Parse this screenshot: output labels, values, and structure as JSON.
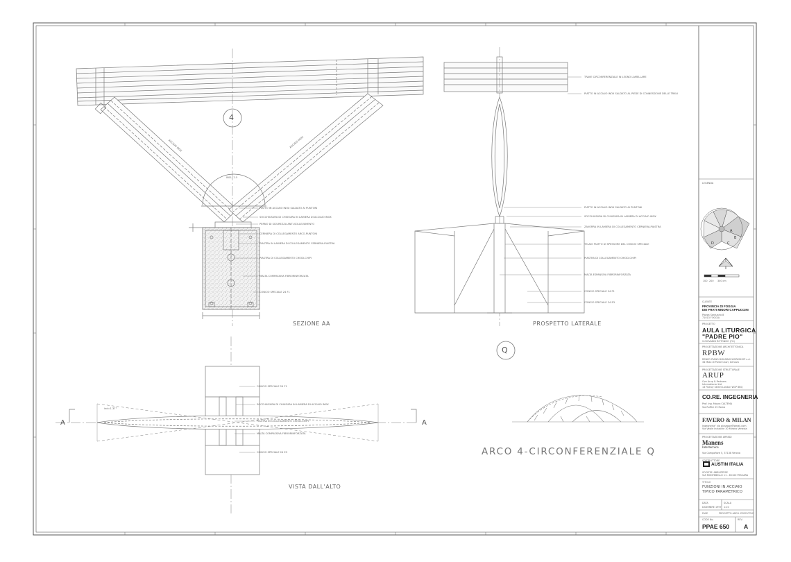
{
  "sections": {
    "section_aa": "SEZIONE AA",
    "side_view": "PROSPETTO LATERALE",
    "top_view": "VISTA DALL'ALTO",
    "drawing_title": "ARCO 4-CIRCONFERENZIALE Q"
  },
  "markers": {
    "arch_number": "4",
    "arch_letter": "Q",
    "cut_left": "A",
    "cut_right": "A"
  },
  "callouts": {
    "section_aa": [
      "PIATTO IN ACCIAIO INOX SALDATO AI PUNTONI",
      "SOCCHIUSURA DI CHIUSURA IN LAMIERA DI ACCIAIO INOX",
      "PERNO DI SICUREZZA ANTI-SOLLEVAMENTO",
      "CERNIERA DI COLLEGAMENTO ARCO-PUNTONI",
      "PIASTRA IN LAMIERA DI COLLEGAMENTO CERNIERA-PIASTRA",
      "PIASTRA DI COLLEGAMENTO CHIOD-CHIPI",
      "MALTA COMPASSIVA FIBRORINFORZATA",
      "CONCIO SPECIALE 24 F1"
    ],
    "side_view_top": [
      "TRAVE CIRCONFERENZIALE IN LEGNO LAMELLARE",
      "PIATTO IN ACCIAIO INOX SALDATO AL PIEDE DI CONNESSIONE DELLE TRAVI"
    ],
    "side_view": [
      "PIATTO IN ACCIAIO INOX SALDATO AI PUNTONI",
      "SOCCHIUSURA DI CHIUSURA IN LAMIERA DI ACCIAIO INOX",
      "ZAVORRA IN LAMIERA DI COLLEGAMENTO CERNIERA-PIASTRA",
      "TELAIO PIATTO DI SPESSORE DEL CONCIO SPECIALE",
      "PIASTRA DI COLLEGAMENTO CHIOD-CHIPI",
      "MALTA ESPANSIVA FIBRORINFORZATA",
      "CONCIO SPECIALE 24 F1",
      "CONCIO SPECIALE 24 E3"
    ],
    "top_view": [
      "CONCIO SPECIALE 24 F1",
      "SOCCHIUSURA DI CHIUSURA IN LAMIERA DI ACCIAIO INOX",
      "PIASTRA IN COLLEGAMENTO CHIOD-CHIPI",
      "MALTA COMPASSIVA FIBRORINFORZATA",
      "CONCIO SPECIALE 24 E3"
    ]
  },
  "dimensions": {
    "span_label": "INCL. 2.5",
    "angle_label": "ind=1.37°",
    "beam_label_left": "ACCIAIO INOX",
    "beam_label_right": "ACCIAIO INOX"
  },
  "title_block": {
    "legend_label": "LEGENDA",
    "scale_labels": [
      "100",
      "200",
      "300 cm"
    ],
    "client_label": "CLIENTE",
    "client": "PROVINCIA DI FOGGIA\nDEI FRATI MINORI CAPPUCCINI",
    "client_address": "Piazza Santuario 8\n71013 FOGGIA",
    "project_label": "PROGETTO",
    "project_title": "AULA LITURGICA",
    "project_subtitle": "\"PADRE PIO\"",
    "project_location": "S.GIOVANNI ROTONDO (FG)",
    "architect_label": "PROGETTAZIONE ARCHITETTONICA",
    "architect": "RPBW",
    "architect_detail": "RENZO PIANO BUILDING WORKSHOP s.r.l.\n34 Molo di Ponte Calvi, Genova",
    "structural_label": "PROGETTAZIONE STRUTTURALE",
    "structural": "ARUP",
    "structural_detail": "Ove Arup & Partners\nInternational Ltd\n13 Fitzroy Street London W1P 6BQ",
    "engineering": "CO.RE. INGEGNERIA",
    "engineering_detail": "Prof. Ing. Mauro CALTEMA\nVia Ruffini 25 Roma",
    "firm_2": "FAVERO & MILAN",
    "firm_2_detail": "Ingegneria\" via giuseppe@gmail.com\nVia Vasile Industrie 30 Mirano Venezia",
    "firm_3_label": "PROGETTAZIONE ARREDI",
    "firm_3": "Manens",
    "firm_3_sub": "Intertecnica",
    "firm_3_detail": "Via Campofiore 5, 37138 Verona",
    "contractor_label": "COSTRUTTORE",
    "contractor": "AUSTIN ITALIA",
    "contractor_detail": "SOCIETA' ABRUZZESE\nVIA MONTEBELLO 11 - 65100 PESCARA",
    "drawing_label": "TITOLO",
    "drawing_title": "FUNZIONI IN ACCIAIO\nTIPICO PARAMETRICO",
    "date_label": "DATA",
    "date": "DICEMBRE 1997",
    "scale_label": "SCALA",
    "scale": "1:10",
    "phase_label": "FASE",
    "phase": "PROGETTO ARCH. ESECUTIVO",
    "code_label": "CODE No.",
    "rev_label": "REV.",
    "code": "PPAE 650",
    "rev": "A"
  },
  "colors": {
    "line": "#7a7a7a",
    "frame": "#555555",
    "concrete": "#c8c8c8",
    "text": "#555555"
  }
}
